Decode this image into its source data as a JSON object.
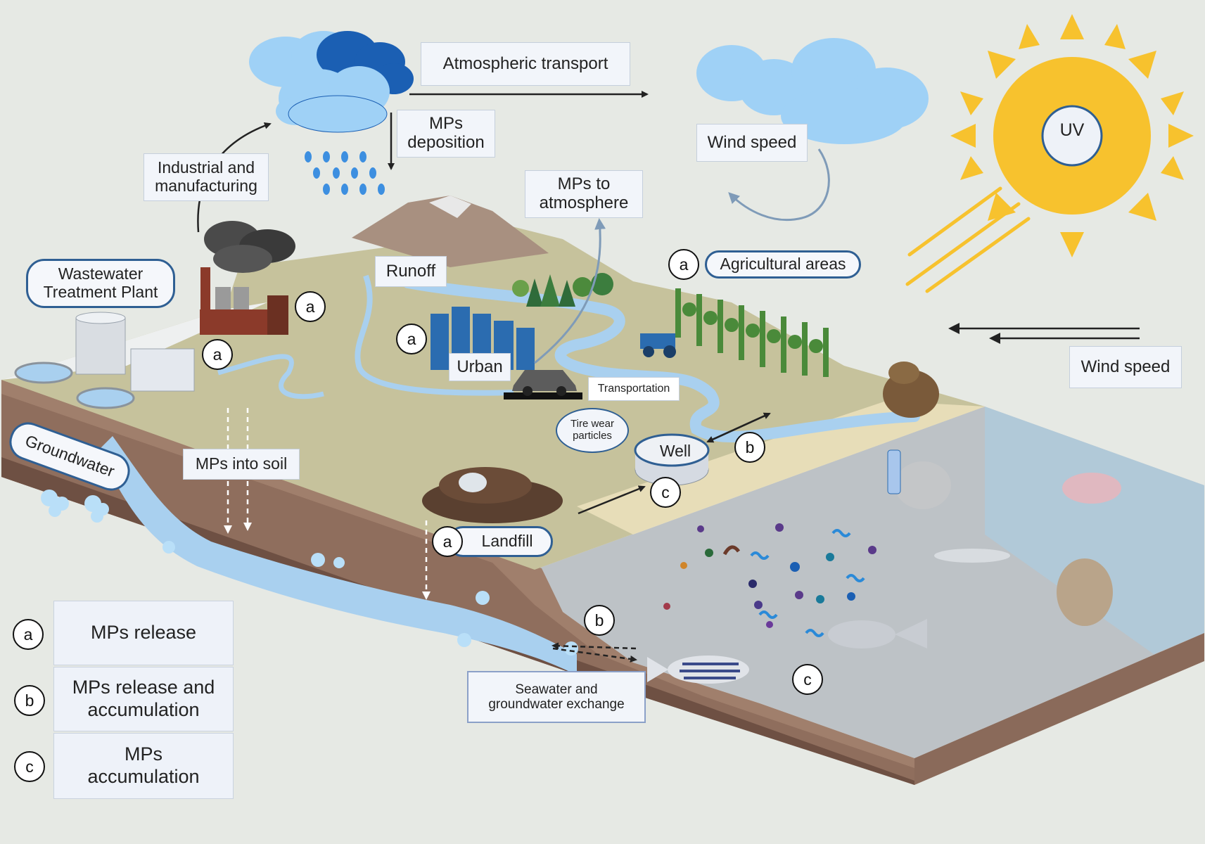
{
  "labels": {
    "atmospheric_transport": "Atmospheric transport",
    "mps_deposition": "MPs\ndeposition",
    "industrial_manufacturing": "Industrial and\nmanufacturing",
    "wind_speed_top": "Wind speed",
    "mps_to_atmosphere": "MPs to\natmosphere",
    "uv": "UV",
    "wastewater_plant": "Wastewater\nTreatment Plant",
    "runoff": "Runoff",
    "agricultural_areas": "Agricultural areas",
    "urban": "Urban",
    "transportation": "Transportation",
    "tire_wear": "Tire wear\nparticles",
    "wind_speed_right": "Wind speed",
    "groundwater": "Groundwater",
    "mps_into_soil": "MPs into soil",
    "well": "Well",
    "landfill": "Landfill",
    "seawater_exchange": "Seawater and\ngroundwater exchange"
  },
  "markers": {
    "factory": "a",
    "plant_outlet": "a",
    "urban": "a",
    "agricultural": "a",
    "landfill": "a",
    "well_link": "b",
    "seawater": "b",
    "well": "c",
    "sea_life": "c"
  },
  "legend": [
    {
      "letter": "a",
      "text": "MPs release"
    },
    {
      "letter": "b",
      "text": "MPs release and\naccumulation"
    },
    {
      "letter": "c",
      "text": "MPs\naccumulation"
    }
  ],
  "colors": {
    "background": "#e6e9e4",
    "land_top": "#c6c29c",
    "soil": "#a07f6c",
    "sea": "#bdc2c6",
    "water": "#a9d0ef",
    "sun": "#f7c22e",
    "cloud_light": "#9fd1f6",
    "cloud_dark": "#1b5fb3",
    "label_border": "#2f5f93"
  }
}
